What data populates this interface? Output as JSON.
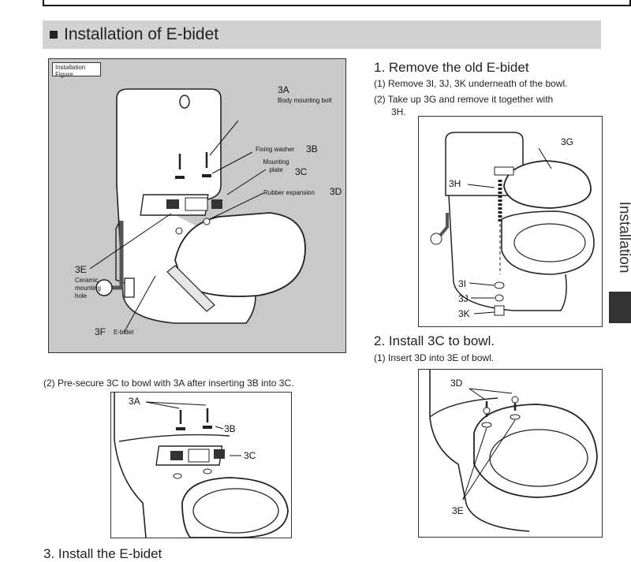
{
  "header": {
    "section_title": "Installation of E-bidet"
  },
  "side_tab": {
    "label": "Installation"
  },
  "figure_main": {
    "box_label": "Installation Figure",
    "labels": {
      "a3": "3A",
      "a3_desc": "Body mounting bolt",
      "b3_desc": "Fixing washer",
      "b3": "3B",
      "c3_desc": "Mounting plate",
      "c3": "3C",
      "d3_desc": "Rubber expansion",
      "d3": "3D",
      "e3": "3E",
      "e3_desc": "Ceramic mounting hole",
      "f3": "3F",
      "f3_desc": "E-bidet"
    }
  },
  "step1": {
    "heading": "1. Remove the old E-bidet",
    "items": [
      "(1) Remove 3I, 3J, 3K underneath of the bowl.",
      "(2) Take up 3G and remove it together with",
      "3H."
    ],
    "labels": {
      "g3": "3G",
      "h3": "3H",
      "i3": "3I",
      "j3": "3J",
      "k3": "3K"
    }
  },
  "step2": {
    "heading": "2. Install 3C to bowl.",
    "items": [
      "(1) Insert 3D into 3E of bowl."
    ],
    "labels": {
      "d3": "3D",
      "e3": "3E"
    }
  },
  "step2b": {
    "text": "(2) Pre-secure 3C to bowl with 3A after inserting 3B into 3C.",
    "labels": {
      "a3": "3A",
      "b3": "3B",
      "c3": "3C"
    }
  },
  "step3": {
    "heading_partial": "3. Install the E-bidet"
  }
}
